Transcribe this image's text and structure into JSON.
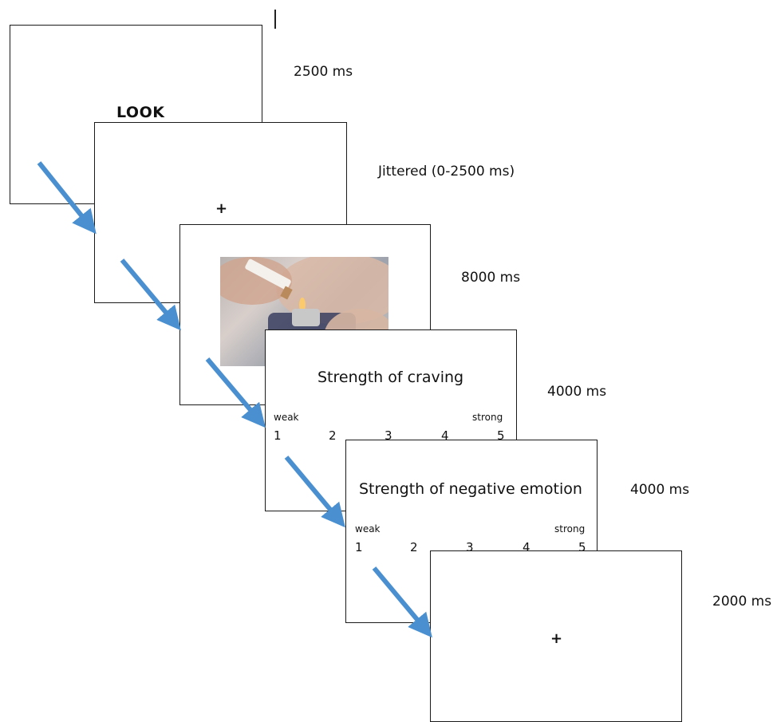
{
  "screens": {
    "look": {
      "text": "LOOK",
      "duration": "2500 ms"
    },
    "fixation1": {
      "symbol": "+",
      "duration": "Jittered (0-2500 ms)"
    },
    "image": {
      "description": "smoking-cue-photo",
      "duration": "8000 ms"
    },
    "craving": {
      "title": "Strength of craving",
      "anchor_low": "weak",
      "anchor_high": "strong",
      "scale": [
        "1",
        "2",
        "3",
        "4",
        "5"
      ],
      "duration": "4000 ms"
    },
    "emotion": {
      "title": "Strength of negative emotion",
      "anchor_low": "weak",
      "anchor_high": "strong",
      "scale": [
        "1",
        "2",
        "3",
        "4",
        "5"
      ],
      "duration": "4000 ms"
    },
    "fixation2": {
      "symbol": "+",
      "duration": "2000 ms"
    }
  },
  "colors": {
    "arrow": "#4a90d0",
    "border": "#1a1a1a"
  }
}
